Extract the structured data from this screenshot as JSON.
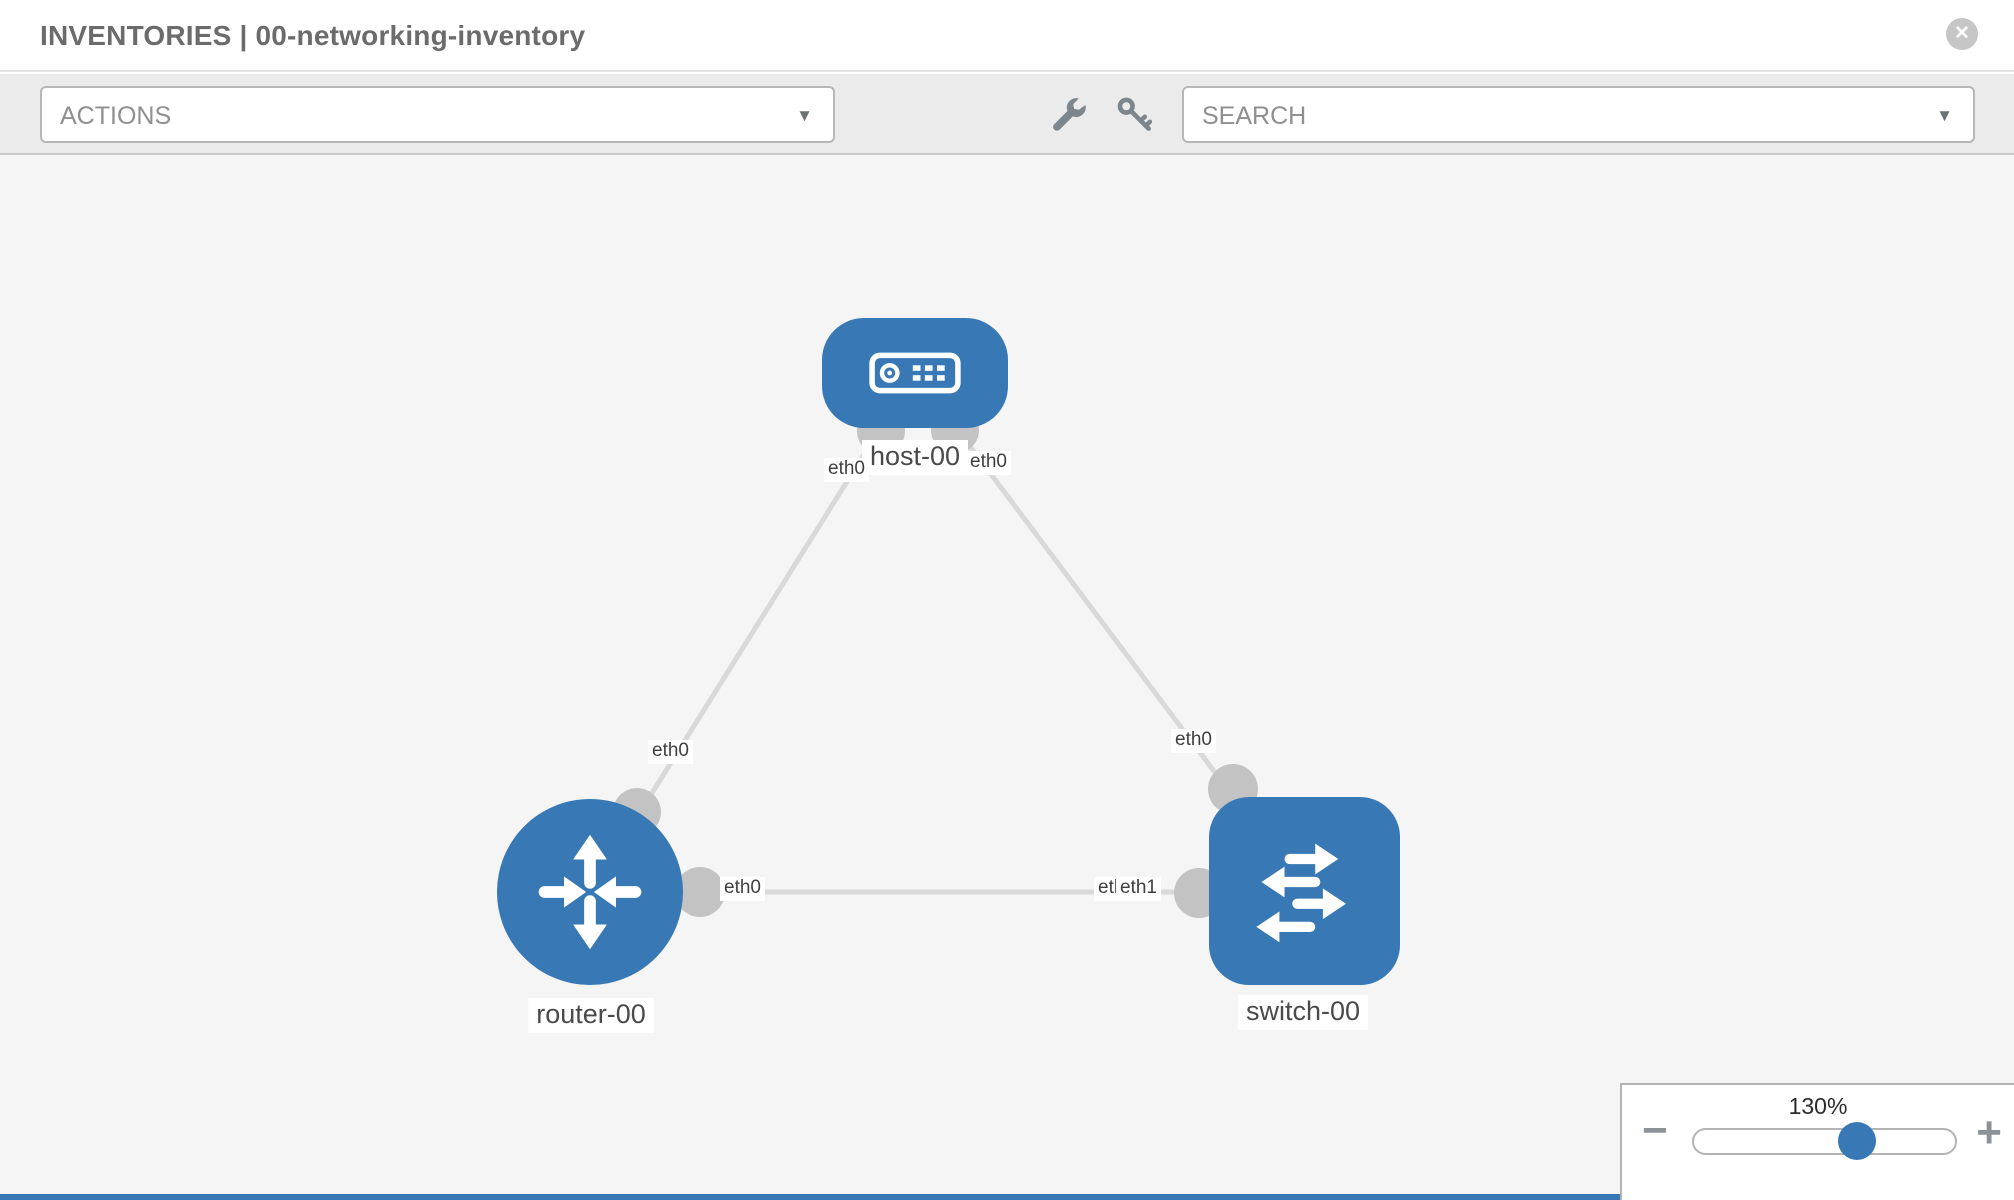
{
  "header": {
    "title": "INVENTORIES | 00-networking-inventory",
    "close_glyph": "✕"
  },
  "toolbar": {
    "actions_label": "ACTIONS",
    "search_label": "SEARCH",
    "caret": "▼"
  },
  "topology": {
    "nodes": [
      {
        "label": "host-00",
        "type": "host"
      },
      {
        "label": "router-00",
        "type": "router"
      },
      {
        "label": "switch-00",
        "type": "switch"
      }
    ],
    "links": [
      {
        "from": "host-00",
        "from_port": "eth0",
        "to": "router-00",
        "to_port": "eth0"
      },
      {
        "from": "host-00",
        "from_port": "eth0",
        "to": "switch-00",
        "to_port": "eth0"
      },
      {
        "from": "router-00",
        "from_port": "eth0",
        "to": "switch-00",
        "to_port": "eth1"
      }
    ],
    "port_labels": {
      "host_to_router": "eth0",
      "host_to_switch": "eth0",
      "router_to_host": "eth0",
      "router_to_switch": "eth0",
      "switch_to_host": "eth0",
      "switch_to_router_back": "eth0",
      "switch_to_router_front": "eth1"
    }
  },
  "zoom_control": {
    "level": "130%",
    "minus_label": "−",
    "plus_label": "+"
  },
  "colors": {
    "node_blue": "#3879b5",
    "link_gray": "#d9d9d9",
    "endpoint_gray": "#c3c3c3",
    "canvas_bg": "#f5f5f5",
    "toolbar_bg": "#ebebeb"
  }
}
